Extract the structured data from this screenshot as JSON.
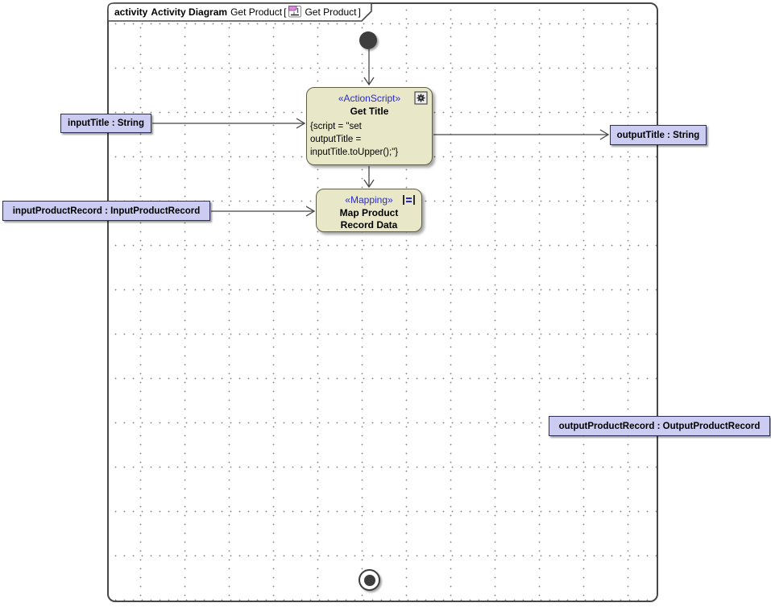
{
  "frame": {
    "header": {
      "keyword": "activity",
      "type_label": "Activity Diagram",
      "diagram_name": "Get Product",
      "open_bracket": "[",
      "context_name": "Get Product",
      "close_bracket": "]"
    }
  },
  "nodes": {
    "get_title": {
      "stereotype": "«ActionScript»",
      "name": "Get Title",
      "body_lines": [
        "{script = \"set",
        "outputTitle =",
        "inputTitle.toUpper();\"}"
      ]
    },
    "map_product": {
      "stereotype": "«Mapping»",
      "name_line1": "Map Product",
      "name_line2": "Record Data"
    }
  },
  "parameters": {
    "input_title": "inputTitle : String",
    "output_title": "outputTitle : String",
    "input_product_record": "inputProductRecord : InputProductRecord",
    "output_product_record": "outputProductRecord : OutputProductRecord"
  },
  "icons": {
    "header_icon": "activity-diagram-icon",
    "get_title_icon": "gear-icon",
    "map_product_icon": "mapping-icon"
  },
  "colors": {
    "node_fill": "#e8e8c8",
    "node_border": "#5f5f46",
    "param_fill": "#ccccf2",
    "param_border": "#2e2e5c",
    "stereotype_text": "#2b2bcc",
    "flow_line": "#454545",
    "frame_border": "#474747"
  }
}
